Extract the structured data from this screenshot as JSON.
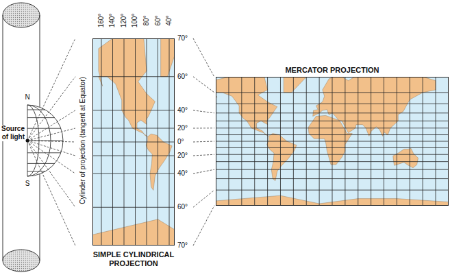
{
  "diagram": {
    "nodes": [
      {
        "text": [
          "SIMPLE CYLINDRICAL PROJECTION"
        ]
      },
      {
        "text": [
          "MERCATOR PROJECTION"
        ]
      }
    ],
    "labels": [
      "160°",
      "140°",
      "120°",
      "100°",
      "80°",
      "60°",
      "40°",
      "70°",
      "60°",
      "40°",
      "20°",
      "0°",
      "20°",
      "40°",
      "60°",
      "70°",
      "N",
      "S",
      "Source of light",
      "Cylinder of projection (tangent at Equator)"
    ]
  }
}
